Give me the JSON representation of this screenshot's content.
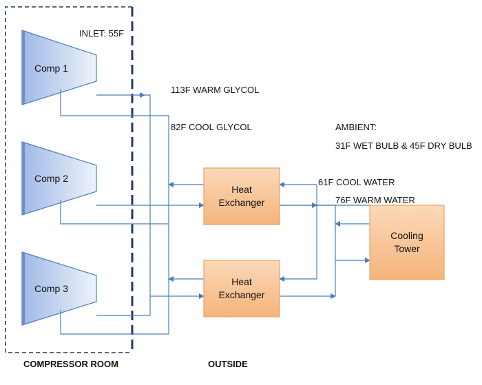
{
  "labels": {
    "inlet": "INLET:  55F",
    "warm_glycol": "113F WARM GLYCOL",
    "cool_glycol": "82F COOL GLYCOL",
    "ambient_title": "AMBIENT:",
    "ambient_value": "31F WET BULB & 45F DRY BULB",
    "cool_water": "61F COOL WATER",
    "warm_water": "76F WARM WATER",
    "compressor_room": "COMPRESSOR ROOM",
    "outside": "OUTSIDE"
  },
  "compressors": [
    {
      "label": "Comp 1"
    },
    {
      "label": "Comp 2"
    },
    {
      "label": "Comp 3"
    }
  ],
  "heat_exchangers": [
    {
      "line1": "Heat",
      "line2": "Exchanger"
    },
    {
      "line1": "Heat",
      "line2": "Exchanger"
    }
  ],
  "cooling_tower": {
    "line1": "Cooling",
    "line2": "Tower"
  },
  "colors": {
    "pipe": "#4a7ebb",
    "compressor_fill": "#c9d9f2",
    "box_fill": "#f7c496",
    "box_stroke": "#e6a46a",
    "room_border": "#1f3864"
  }
}
